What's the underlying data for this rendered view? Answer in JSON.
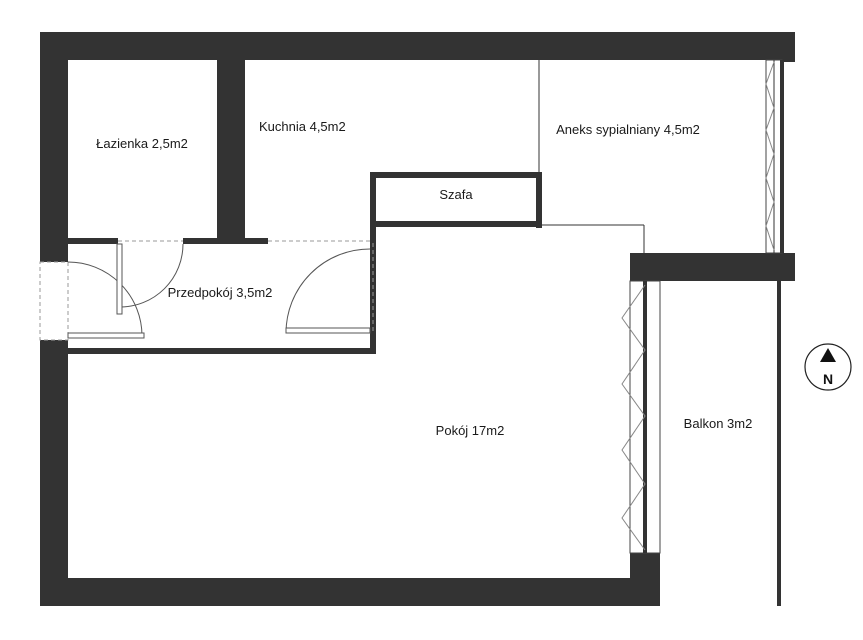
{
  "rooms": {
    "lazienka": "Łazienka 2,5m2",
    "kuchnia": "Kuchnia 4,5m2",
    "aneks": "Aneks sypialniany 4,5m2",
    "szafa": "Szafa",
    "przedpokoj": "Przedpokój 3,5m2",
    "pokoj": "Pokój 17m2",
    "balkon": "Balkon 3m2"
  },
  "compass": {
    "label": "N",
    "icon": "north-arrow-icon"
  },
  "colors": {
    "wall": "#333333",
    "background": "#ffffff"
  }
}
